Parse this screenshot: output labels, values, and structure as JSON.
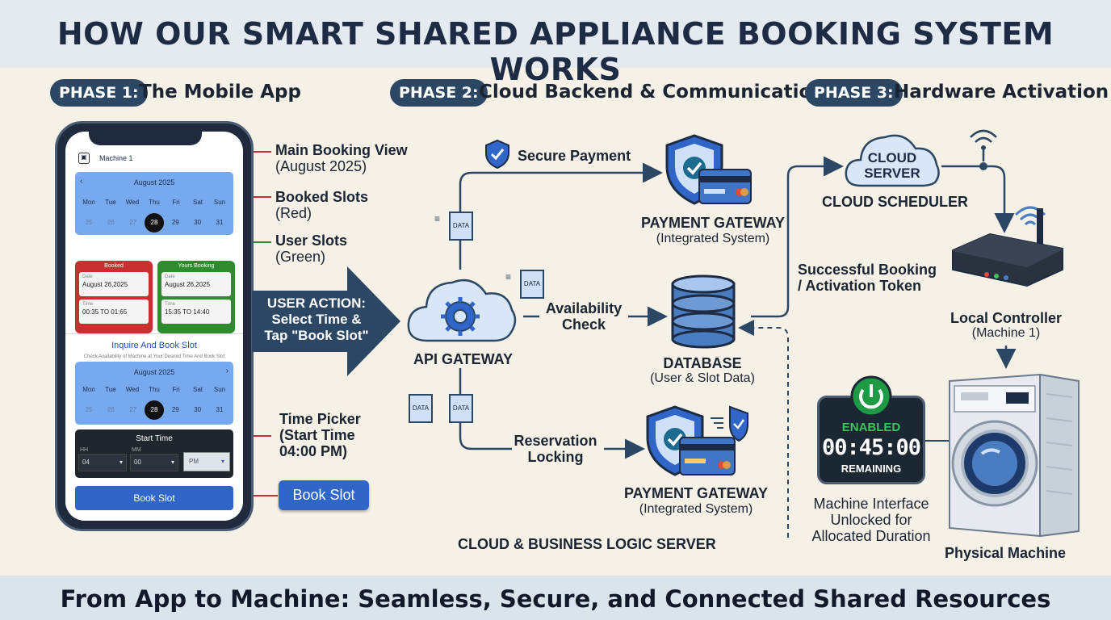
{
  "title": "HOW OUR SMART SHARED APPLIANCE BOOKING SYSTEM WORKS",
  "footer": "From App to Machine: Seamless, Secure, and Connected Shared Resources",
  "phases": [
    {
      "tag": "PHASE 1:",
      "title": "The Mobile App"
    },
    {
      "tag": "PHASE 2:",
      "title": "Cloud Backend & Communication"
    },
    {
      "tag": "PHASE 3:",
      "title": "Hardware Activation"
    }
  ],
  "phone": {
    "header": "Machine 1",
    "calendar1": {
      "month": "August 2025",
      "days": [
        "Mon",
        "Tue",
        "Wed",
        "Thu",
        "Fri",
        "Sat",
        "Sun"
      ],
      "nums": [
        "25",
        "26",
        "27",
        "28",
        "29",
        "30",
        "31"
      ],
      "selected": "28"
    },
    "booked_card": {
      "title": "Booked",
      "date_label": "Date",
      "date": "August 26,2025",
      "time_label": "Time",
      "time": "00:35 TO 01:65"
    },
    "yours_card": {
      "title": "Yours Booking",
      "date_label": "Date",
      "date": "August 26,2025",
      "time_label": "Time",
      "time": "15:35 TO 14:40"
    },
    "inquire_title": "Inquire And Book Slot",
    "inquire_sub": "Check Availability of Machine at Your Desired Time And Book Slot",
    "calendar2": {
      "month": "August 2025",
      "days": [
        "Mon",
        "Tue",
        "Wed",
        "Thu",
        "Fri",
        "Sat",
        "Sun"
      ],
      "nums": [
        "25",
        "26",
        "27",
        "28",
        "29",
        "30",
        "31"
      ],
      "selected": "28"
    },
    "start_time": {
      "label": "Start Time",
      "hh_label": "HH",
      "mm_label": "MM",
      "hh": "04",
      "mm": "00",
      "ampm": "PM"
    },
    "book_button": "Book Slot"
  },
  "callouts": {
    "main_view": {
      "l1": "Main Booking View",
      "l2": "(August 2025)"
    },
    "booked": {
      "l1": "Booked Slots",
      "l2": "(Red)"
    },
    "user": {
      "l1": "User Slots",
      "l2": "(Green)"
    },
    "time_picker": {
      "l1": "Time Picker",
      "l2": "(Start Time",
      "l3": "04:00 PM)"
    },
    "book_slot": "Book Slot"
  },
  "user_action": {
    "l1": "USER ACTION:",
    "l2": "Select Time &",
    "l3": "Tap \"Book Slot\""
  },
  "backend": {
    "secure_payment": "Secure Payment",
    "data": "DATA",
    "api_gateway": "API GATEWAY",
    "availability": {
      "l1": "Availability",
      "l2": "Check"
    },
    "reservation": {
      "l1": "Reservation",
      "l2": "Locking"
    },
    "payment_gateway_top": {
      "name": "PAYMENT GATEWAY",
      "sub": "(Integrated System)"
    },
    "payment_gateway_bottom": {
      "name": "PAYMENT GATEWAY",
      "sub": "(Integrated System)"
    },
    "database": {
      "name": "DATABASE",
      "sub": "(User & Slot Data)"
    },
    "server_label": "CLOUD & BUSINESS LOGIC SERVER",
    "success": {
      "l1": "Successful Booking",
      "l2": "/ Activation Token"
    }
  },
  "hardware": {
    "cloud_server": {
      "l1": "CLOUD",
      "l2": "SERVER"
    },
    "scheduler": "CLOUD SCHEDULER",
    "local_controller": {
      "name": "Local Controller",
      "sub": "(Machine 1)"
    },
    "display": {
      "status": "ENABLED",
      "time": "00:45:00",
      "remaining": "REMAINING"
    },
    "interface": {
      "l1": "Machine Interface",
      "l2": "Unlocked for",
      "l3": "Allocated Duration"
    },
    "physical": "Physical Machine"
  },
  "colors": {
    "navy": "#2c4763",
    "booked_red": "#c93030",
    "user_green": "#2e8b2e",
    "calendar_blue": "#77a9ef",
    "button_blue": "#2f66c8",
    "enabled_green": "#3cc45a"
  }
}
